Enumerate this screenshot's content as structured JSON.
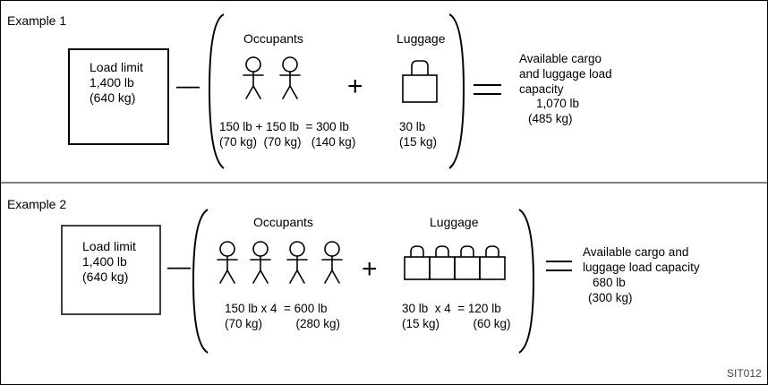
{
  "figure_code": "SIT012",
  "examples": [
    {
      "title": "Example 1",
      "load_limit": {
        "title": "Load limit",
        "lb": "1,400 lb",
        "kg": "(640 kg)"
      },
      "minus": "—",
      "occupants": {
        "heading": "Occupants",
        "count": 2,
        "calc_lb": "150 lb + 150 lb  = 300 lb",
        "calc_kg": "(70 kg)  (70 kg)   (140 kg)"
      },
      "plus": "+",
      "luggage": {
        "heading": "Luggage",
        "count": 1,
        "lb": "30 lb",
        "kg": "(15 kg)"
      },
      "equals": "=",
      "result": {
        "lines": [
          "Available cargo",
          "and luggage load",
          "capacity"
        ],
        "lb": "1,070 lb",
        "kg": "(485 kg)"
      }
    },
    {
      "title": "Example 2",
      "load_limit": {
        "title": "Load limit",
        "lb": "1,400 lb",
        "kg": "(640 kg)"
      },
      "minus": "—",
      "occupants": {
        "heading": "Occupants",
        "count": 4,
        "calc_lb": "150 lb x 4  = 600 lb",
        "calc_kg": "(70 kg)          (280 kg)"
      },
      "plus": "+",
      "luggage": {
        "heading": "Luggage",
        "count": 4,
        "lb": "30 lb  x 4  = 120 lb",
        "kg": "(15 kg)          (60 kg)"
      },
      "equals": "=",
      "result": {
        "lines": [
          "Available cargo and",
          "luggage load capacity"
        ],
        "lb": "680 lb",
        "kg": "(300 kg)"
      }
    }
  ]
}
